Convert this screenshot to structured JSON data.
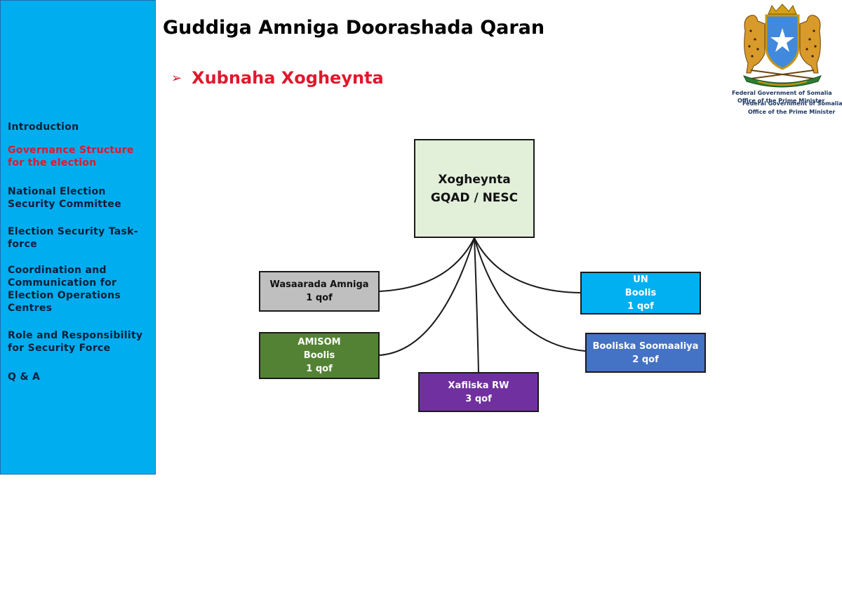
{
  "header": {
    "title": "Guddiga Amniga Doorashada Qaran",
    "subtitle_bullet": "➢",
    "subtitle": "Xubnaha Xogheynta"
  },
  "emblem": {
    "icon": "somalia-coat-of-arms-icon",
    "line1a": "Federal Government of Somalia",
    "line1b": "Office of the Prime Minister",
    "line2a": "Federal Government of Somalia",
    "line2b": "Office of the Prime Minister"
  },
  "sidebar": {
    "items": [
      {
        "label1": "Introduction",
        "label2": ""
      },
      {
        "label1": "Governance Structure",
        "label2": "for the election"
      },
      {
        "label1": "National Election",
        "label2": "Security Committee"
      },
      {
        "label1": "Election Security Task-",
        "label2": "force"
      },
      {
        "label1": "Coordination and",
        "label2": "Communication for",
        "label3": "Election Operations",
        "label4": "Centres"
      },
      {
        "label1": "Role and Responsibility",
        "label2": "for Security Force"
      },
      {
        "label1": "Q & A",
        "label2": ""
      }
    ]
  },
  "diagram": {
    "center": {
      "line1": "Xogheynta",
      "line2": "GQAD / NESC",
      "fill": "#e2efd9"
    },
    "nodes": [
      {
        "line1": "Wasaarada Amniga",
        "line2": "1 qof",
        "line3": "",
        "fill": "#bfbfbf",
        "text_color": "#111111"
      },
      {
        "line1": "AMISOM",
        "line2": "Boolis",
        "line3": "1 qof",
        "fill": "#548235",
        "text_color": "#ffffff"
      },
      {
        "line1": "Xafiiska RW",
        "line2": "3 qof",
        "line3": "",
        "fill": "#7030a0",
        "text_color": "#ffffff"
      },
      {
        "line1": "UN",
        "line2": "Boolis",
        "line3": "1 qof",
        "fill": "#00b0f0",
        "text_color": "#ffffff"
      },
      {
        "line1": "Booliska Soomaaliya",
        "line2": "2 qof",
        "line3": "",
        "fill": "#4472c4",
        "text_color": "#ffffff"
      }
    ]
  }
}
